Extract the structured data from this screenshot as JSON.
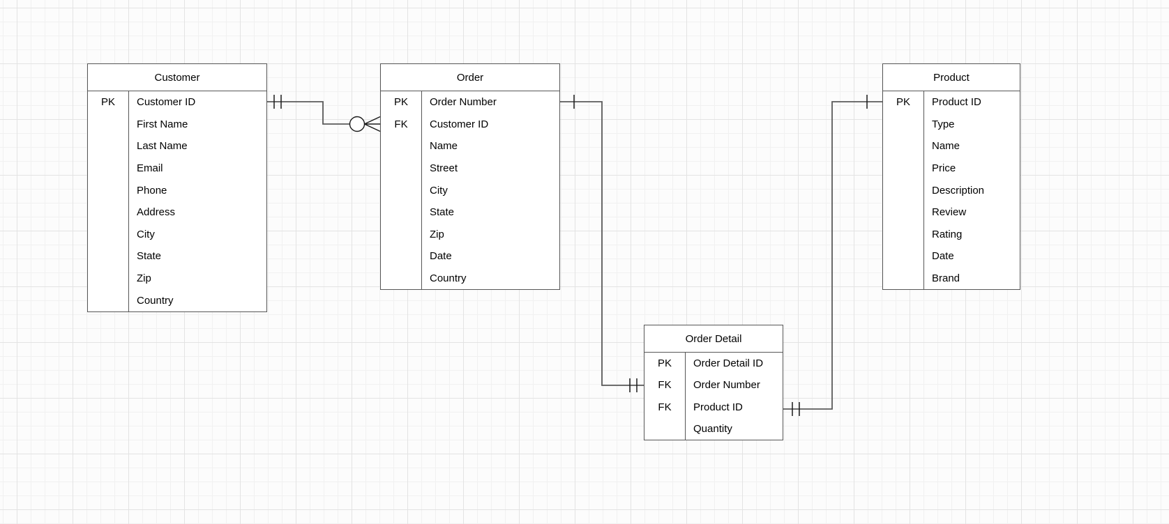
{
  "canvas": {
    "background": "#fcfcfc",
    "grid_minor_color": "#f1f1f1",
    "grid_major_color": "#e3e3e3",
    "table_background": "#ffffff",
    "line_color": "#565656",
    "text_color": "#000000"
  },
  "tables": {
    "customer": {
      "title": "Customer",
      "rows": [
        {
          "key": "PK",
          "name": "Customer ID"
        },
        {
          "key": "",
          "name": "First Name"
        },
        {
          "key": "",
          "name": "Last Name"
        },
        {
          "key": "",
          "name": "Email"
        },
        {
          "key": "",
          "name": "Phone"
        },
        {
          "key": "",
          "name": "Address"
        },
        {
          "key": "",
          "name": "City"
        },
        {
          "key": "",
          "name": "State"
        },
        {
          "key": "",
          "name": "Zip"
        },
        {
          "key": "",
          "name": "Country"
        }
      ]
    },
    "order": {
      "title": "Order",
      "rows": [
        {
          "key": "PK",
          "name": "Order Number"
        },
        {
          "key": "FK",
          "name": "Customer ID"
        },
        {
          "key": "",
          "name": "Name"
        },
        {
          "key": "",
          "name": "Street"
        },
        {
          "key": "",
          "name": "City"
        },
        {
          "key": "",
          "name": "State"
        },
        {
          "key": "",
          "name": "Zip"
        },
        {
          "key": "",
          "name": "Date"
        },
        {
          "key": "",
          "name": "Country"
        }
      ]
    },
    "product": {
      "title": "Product",
      "rows": [
        {
          "key": "PK",
          "name": "Product ID"
        },
        {
          "key": "",
          "name": "Type"
        },
        {
          "key": "",
          "name": "Name"
        },
        {
          "key": "",
          "name": "Price"
        },
        {
          "key": "",
          "name": "Description"
        },
        {
          "key": "",
          "name": "Review"
        },
        {
          "key": "",
          "name": "Rating"
        },
        {
          "key": "",
          "name": "Date"
        },
        {
          "key": "",
          "name": "Brand"
        }
      ]
    },
    "order_detail": {
      "title": "Order Detail",
      "rows": [
        {
          "key": "PK",
          "name": "Order Detail ID"
        },
        {
          "key": "FK",
          "name": "Order Number"
        },
        {
          "key": "FK",
          "name": "Product ID"
        },
        {
          "key": "",
          "name": "Quantity"
        }
      ]
    }
  },
  "connectors": {
    "customer_order": {
      "from_table": "Customer",
      "from_field": "Customer ID",
      "from_cardinality": "exactly-one",
      "to_table": "Order",
      "to_field": "Customer ID",
      "to_cardinality": "zero-or-many"
    },
    "order_order_detail": {
      "from_table": "Order",
      "from_field": "Order Number",
      "from_cardinality": "one",
      "to_table": "Order Detail",
      "to_field": "Order Number",
      "to_cardinality": "exactly-one"
    },
    "product_order_detail": {
      "from_table": "Product",
      "from_field": "Product ID",
      "from_cardinality": "one",
      "to_table": "Order Detail",
      "to_field": "Product ID",
      "to_cardinality": "exactly-one"
    }
  }
}
